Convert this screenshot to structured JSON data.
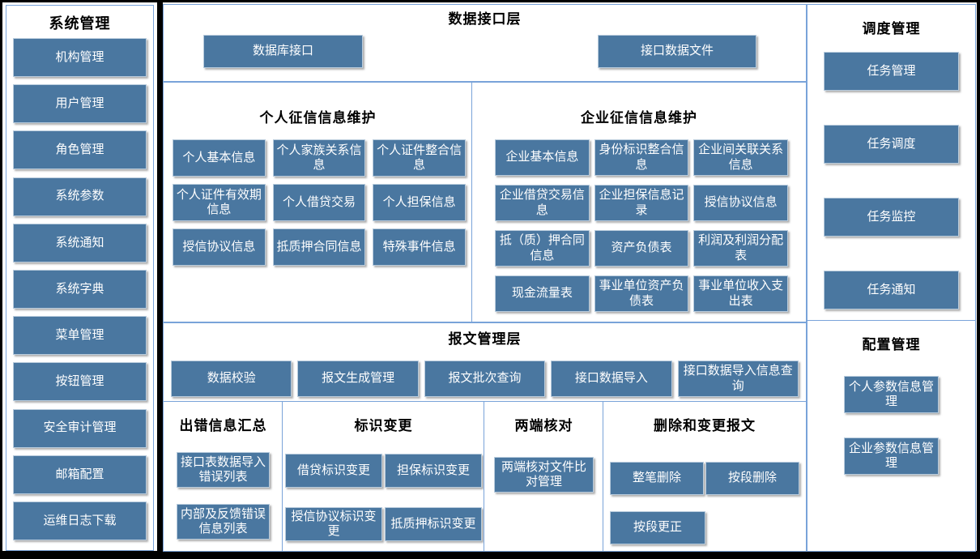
{
  "colors": {
    "button_fill": "#4A77A0",
    "button_text": "#FFFFFF",
    "panel_border": "#79A3D9",
    "frame": "#000000",
    "title_text": "#000000"
  },
  "panels": {
    "system": {
      "title": "系统管理",
      "items": [
        "机构管理",
        "用户管理",
        "角色管理",
        "系统参数",
        "系统通知",
        "系统字典",
        "菜单管理",
        "按钮管理",
        "安全审计管理",
        "邮箱配置",
        "运维日志下载"
      ]
    },
    "data_interface": {
      "title": "数据接口层",
      "items": [
        "数据库接口",
        "接口数据文件"
      ]
    },
    "personal_credit": {
      "title": "个人征信信息维护",
      "items": [
        "个人基本信息",
        "个人家族关系信息",
        "个人证件整合信息",
        "个人证件有效期信息",
        "个人借贷交易",
        "个人担保信息",
        "授信协议信息",
        "抵质押合同信息",
        "特殊事件信息"
      ]
    },
    "enterprise_credit": {
      "title": "企业征信信息维护",
      "items": [
        "企业基本信息",
        "身份标识整合信息",
        "企业间关联关系信息",
        "企业借贷交易信息",
        "企业担保信息记录",
        "授信协议信息",
        "抵（质）押合同信息",
        "资产负债表",
        "利润及利润分配表",
        "现金流量表",
        "事业单位资产负债表",
        "事业单位收入支出表"
      ]
    },
    "message_layer": {
      "title": "报文管理层",
      "items": [
        "数据校验",
        "报文生成管理",
        "报文批次查询",
        "接口数据导入",
        "接口数据导入信息查询"
      ]
    },
    "error_summary": {
      "title": "出错信息汇总",
      "items": [
        "接口表数据导入错误列表",
        "内部及反馈错误信息列表"
      ]
    },
    "identifier_change": {
      "title": "标识变更",
      "items": [
        "借贷标识变更",
        "担保标识变更",
        "授信协议标识变更",
        "抵质押标识变更"
      ]
    },
    "two_end_check": {
      "title": "两端核对",
      "items": [
        "两端核对文件比对管理"
      ]
    },
    "delete_change": {
      "title": "删除和变更报文",
      "items": [
        "整笔删除",
        "按段删除",
        "按段更正"
      ]
    },
    "schedule": {
      "title": "调度管理",
      "items": [
        "任务管理",
        "任务调度",
        "任务监控",
        "任务通知"
      ]
    },
    "config": {
      "title": "配置管理",
      "items": [
        "个人参数信息管理",
        "企业参数信息管理"
      ]
    }
  }
}
